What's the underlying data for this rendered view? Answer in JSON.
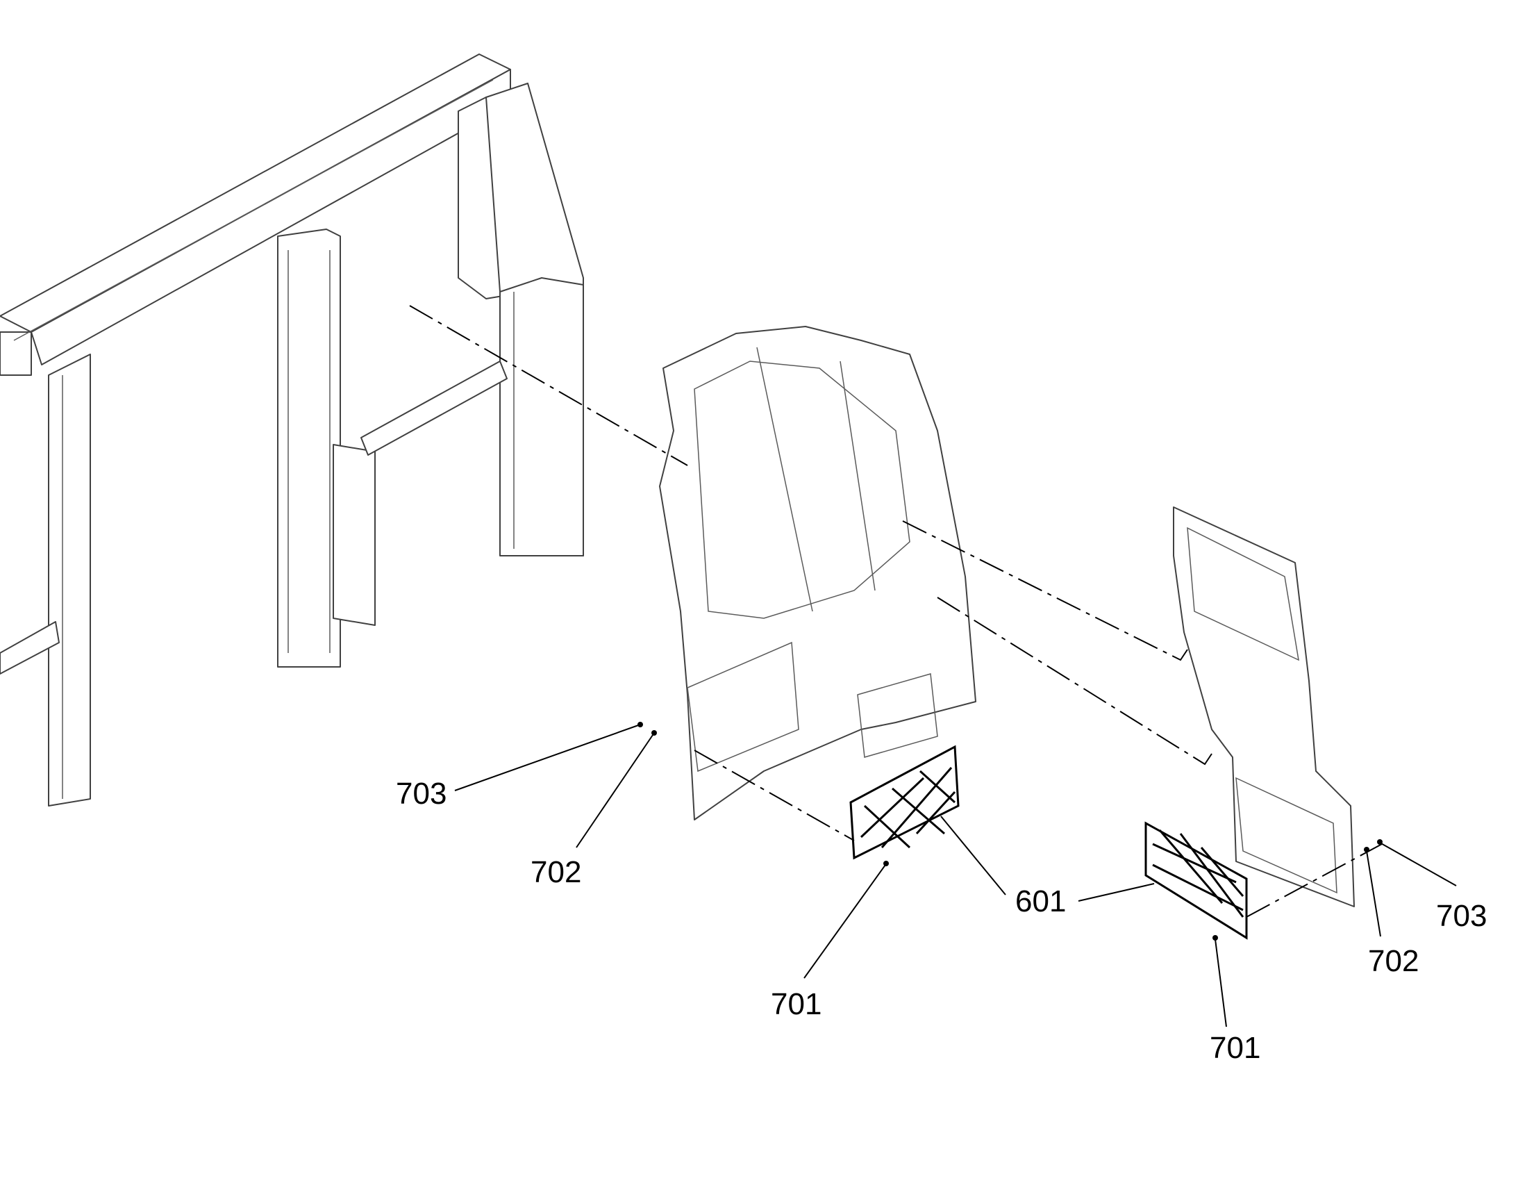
{
  "callouts": {
    "left_703": "703",
    "left_702": "702",
    "left_701": "701",
    "center_601": "601",
    "right_701": "701",
    "right_702": "702",
    "right_703": "703"
  },
  "colors": {
    "line": "#404040",
    "callout": "#000000",
    "background": "#ffffff"
  }
}
